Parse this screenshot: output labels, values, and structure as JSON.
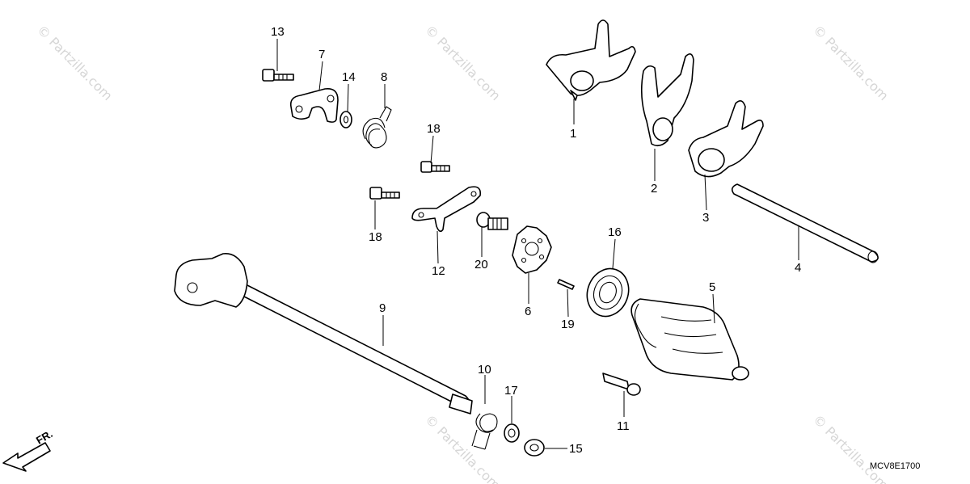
{
  "watermark": "© Partzilla.com",
  "diagram_code": "MCV8E1700",
  "fr_label": "FR.",
  "callouts": {
    "c1": "1",
    "c2": "2",
    "c3": "3",
    "c4": "4",
    "c5": "5",
    "c6": "6",
    "c7": "7",
    "c8": "8",
    "c9": "9",
    "c10": "10",
    "c11": "11",
    "c12": "12",
    "c13": "13",
    "c14": "14",
    "c15": "15",
    "c16": "16",
    "c17": "17",
    "c18a": "18",
    "c18b": "18",
    "c19": "19",
    "c20": "20"
  },
  "icons": {
    "fr_arrow": "front-direction-arrow-icon"
  }
}
